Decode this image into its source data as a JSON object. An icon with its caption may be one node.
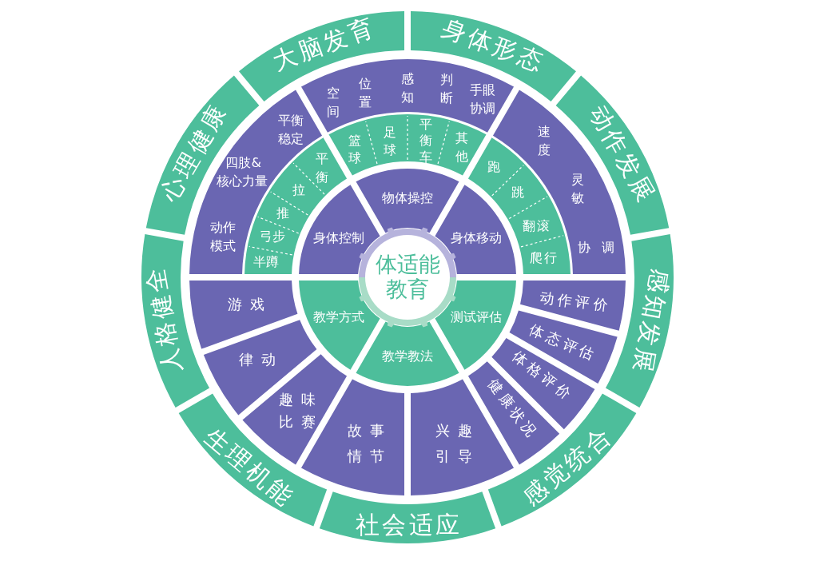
{
  "diagram": {
    "nodes": [
      {
        "text": [
          "体适能教育"
        ]
      },
      {
        "text": [
          "身体控制"
        ]
      },
      {
        "text": [
          "物体操控"
        ]
      },
      {
        "text": [
          "身体移动"
        ]
      },
      {
        "text": [
          "测试评估"
        ]
      },
      {
        "text": [
          "教学教法"
        ]
      },
      {
        "text": [
          "教学方式"
        ]
      },
      {
        "text": [
          "平衡",
          "拉",
          "推",
          "弓步",
          "半蹲"
        ]
      },
      {
        "text": [
          "篮球",
          "足球",
          "平衡车",
          "其他"
        ]
      },
      {
        "text": [
          "跑",
          "跳",
          "翻滚",
          "爬行"
        ]
      },
      {
        "text": [
          "平衡稳定",
          "四肢&核心力量",
          "动作模式"
        ]
      },
      {
        "text": [
          "空间",
          "位置",
          "感知",
          "判断",
          "手眼协调"
        ]
      },
      {
        "text": [
          "速度",
          "灵敏",
          "协调"
        ]
      },
      {
        "text": [
          "动作评价"
        ]
      },
      {
        "text": [
          "体态评估"
        ]
      },
      {
        "text": [
          "体格评价"
        ]
      },
      {
        "text": [
          "健康状况"
        ]
      },
      {
        "text": [
          "兴趣引导"
        ]
      },
      {
        "text": [
          "故事情节"
        ]
      },
      {
        "text": [
          "趣味比赛"
        ]
      },
      {
        "text": [
          "律动"
        ]
      },
      {
        "text": [
          "游戏"
        ]
      },
      {
        "text": [
          "大脑发育"
        ]
      },
      {
        "text": [
          "身体形态"
        ]
      },
      {
        "text": [
          "动作发展"
        ]
      },
      {
        "text": [
          "感知发展"
        ]
      },
      {
        "text": [
          "感觉统合"
        ]
      },
      {
        "text": [
          "社会适应"
        ]
      },
      {
        "text": [
          "生理机能"
        ]
      },
      {
        "text": [
          "人格健全"
        ]
      },
      {
        "text": [
          "心理健康"
        ]
      }
    ]
  }
}
